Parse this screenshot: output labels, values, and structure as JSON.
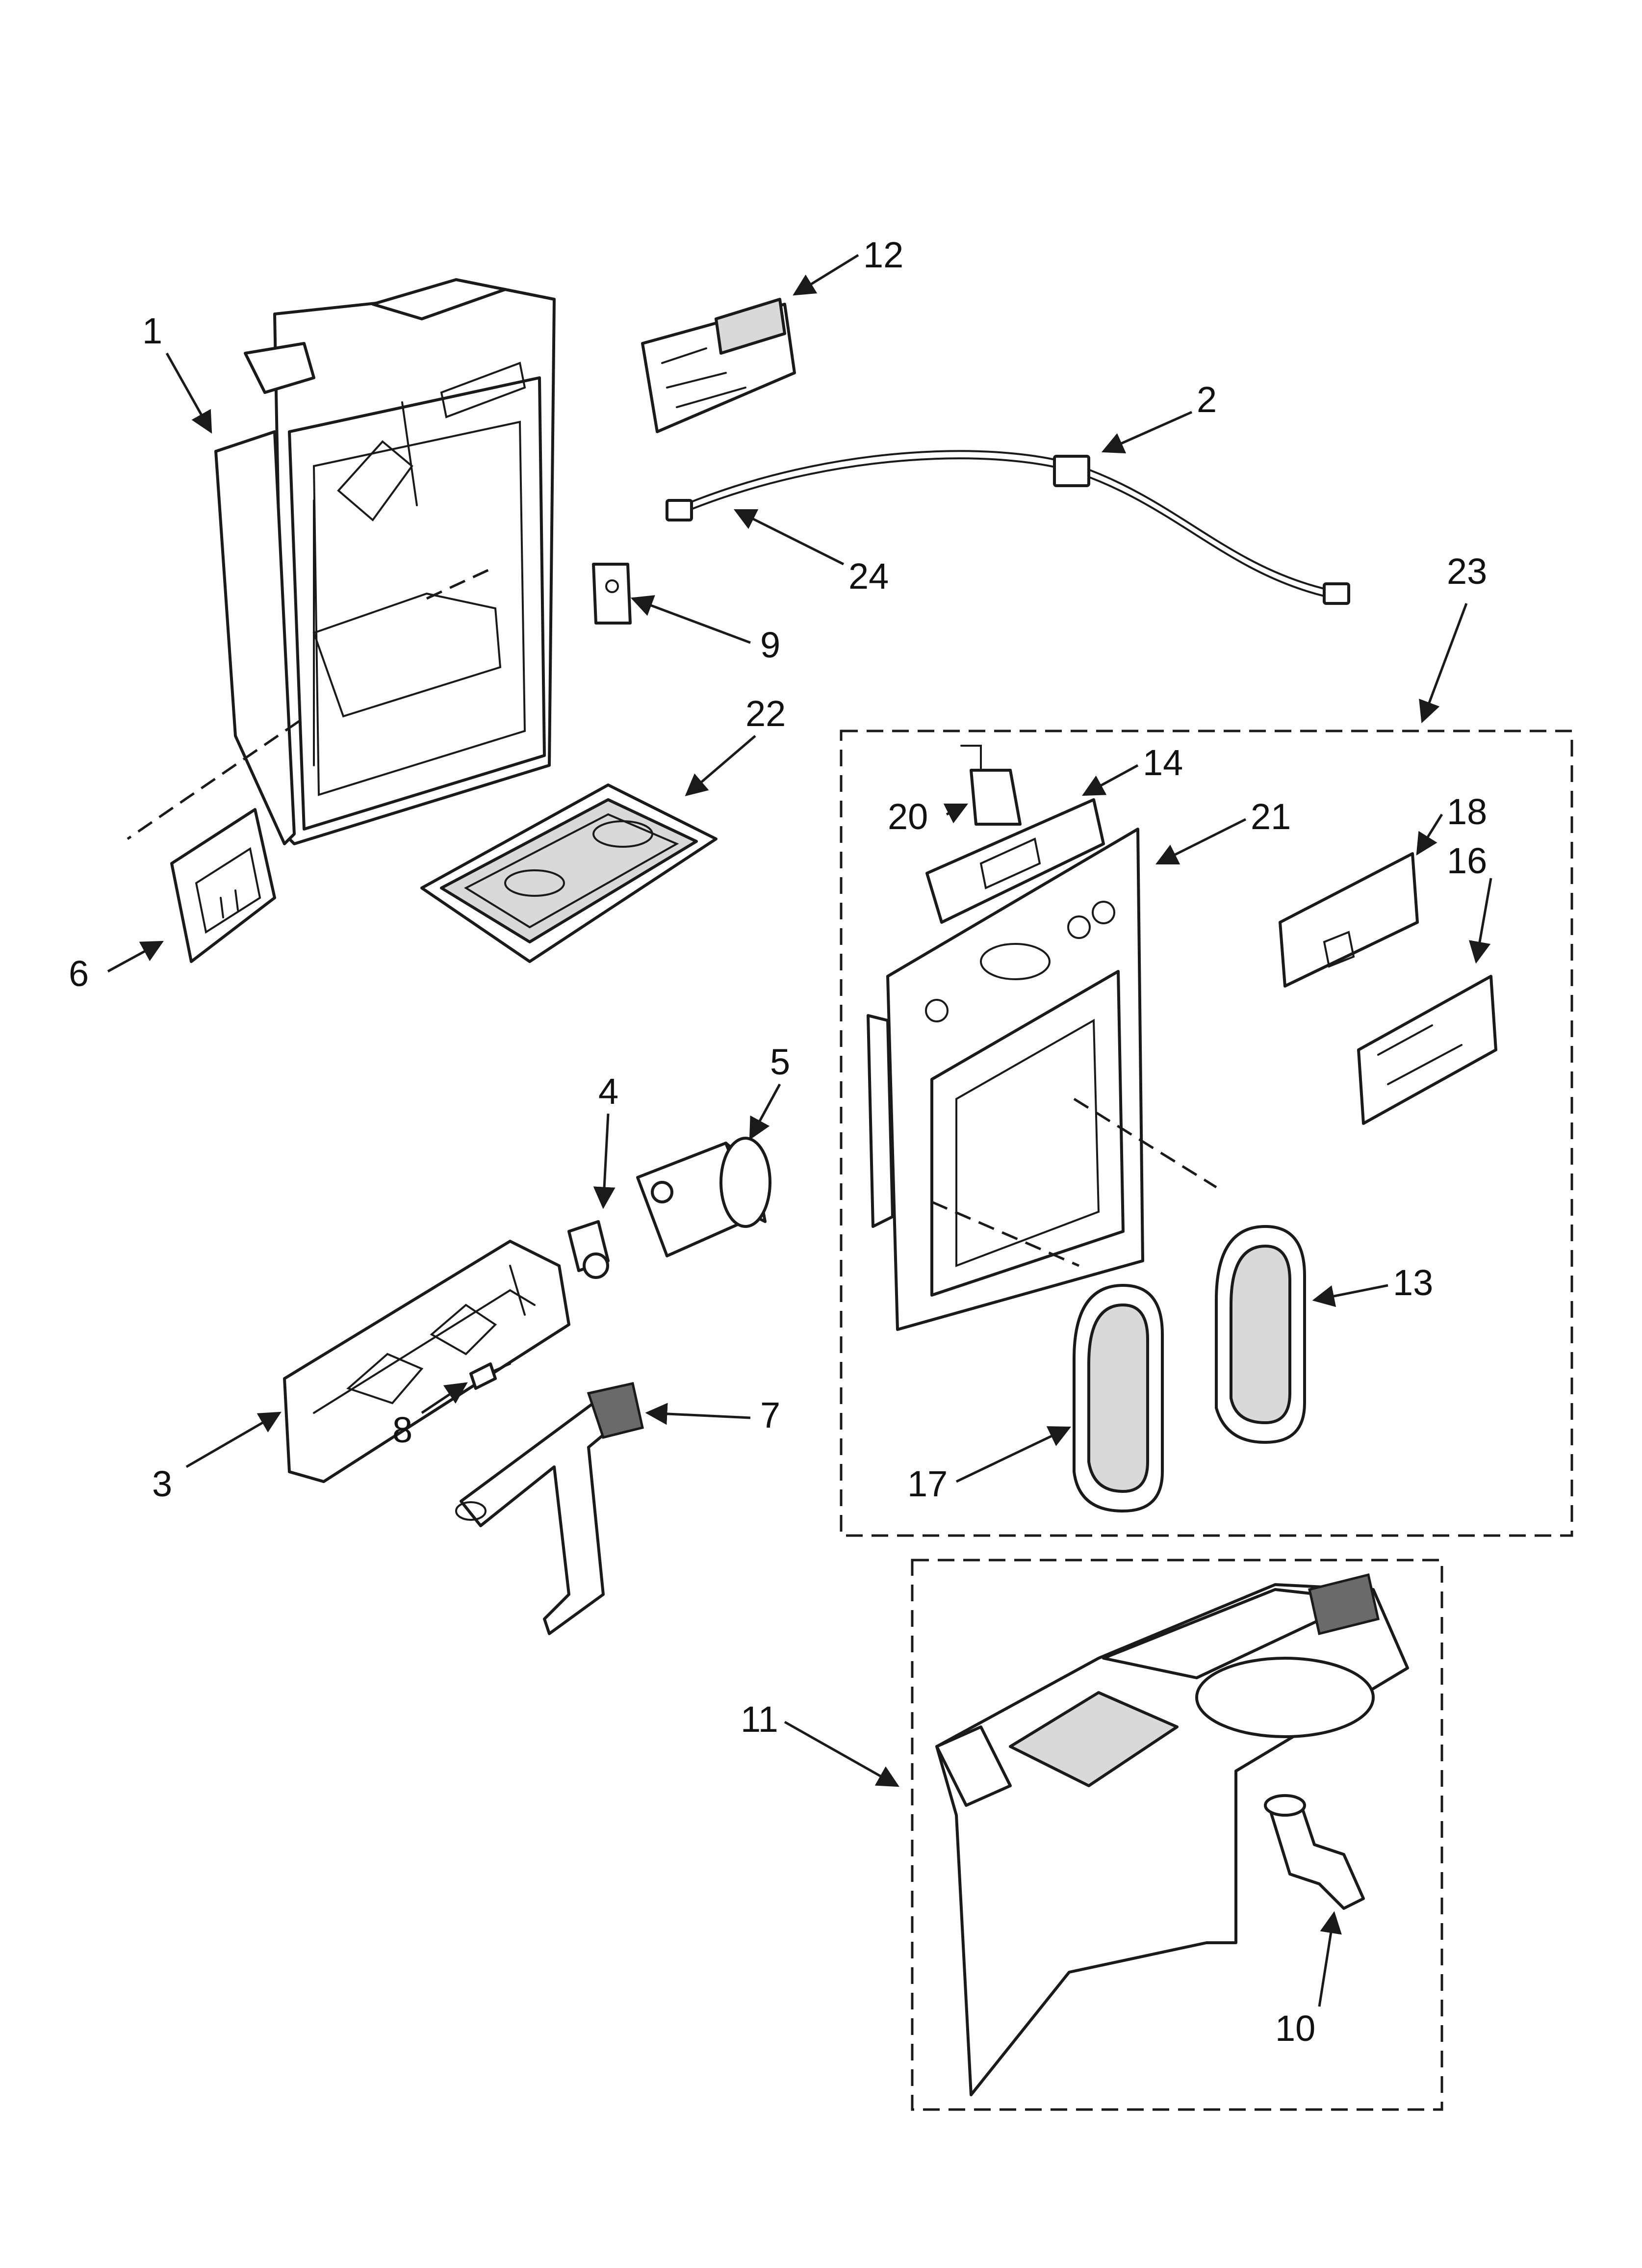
{
  "callouts": {
    "c1": "1",
    "c2": "2",
    "c3": "3",
    "c4": "4",
    "c5": "5",
    "c6": "6",
    "c7": "7",
    "c8": "8",
    "c9": "9",
    "c10": "10",
    "c11": "11",
    "c12": "12",
    "c13": "13",
    "c14": "14",
    "c16": "16",
    "c17": "17",
    "c18": "18",
    "c20": "20",
    "c21": "21",
    "c22": "22",
    "c23": "23",
    "c24": "24"
  }
}
